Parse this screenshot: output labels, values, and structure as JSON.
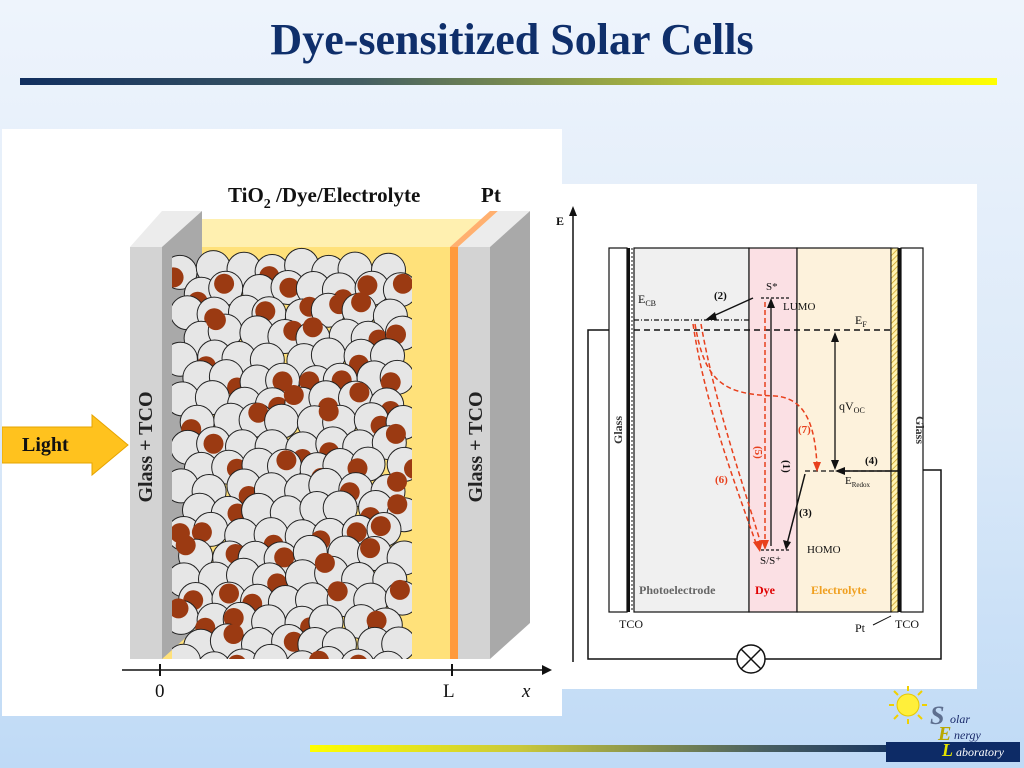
{
  "slide": {
    "title": "Dye-sensitized Solar Cells"
  },
  "left_diagram": {
    "header_prefix": "TiO",
    "header_sub": "2",
    "header_rest": " /Dye/Electrolyte",
    "header_pt": "Pt",
    "light_label": "Light",
    "left_glass_label": "Glass + TCO",
    "right_glass_label": "Glass + TCO",
    "axis_zero": "0",
    "axis_L": "L",
    "axis_x": "x",
    "colors": {
      "glass": "#d3d3d3",
      "electrolyte": "#ffe17a",
      "dye": "#9b3a12",
      "tio2": "#e6e6e6",
      "pt": "#ff9a3c",
      "light": "#ffc21e"
    }
  },
  "right_diagram": {
    "axis_E": "E",
    "left_glass_label": "Glass",
    "right_glass_label": "Glass",
    "E_CB_main": "E",
    "E_CB_sub": "CB",
    "E_F_main": "E",
    "E_F_sub": "F",
    "S_star": "S*",
    "LUMO": "LUMO",
    "HOMO": "HOMO",
    "S_Splus": "S/S⁺",
    "qVoc_main": "qV",
    "qVoc_sub": "OC",
    "E_Redox_main": "E",
    "E_Redox_sub": "Redox",
    "step_1": "(1)",
    "step_2": "(2)",
    "step_3": "(3)",
    "step_4": "(4)",
    "step_5": "(5)",
    "step_6": "(6)",
    "step_7": "(7)",
    "photoelectrode_label": "Photoelectrode",
    "dye_label": "Dye",
    "electrolyte_label": "Electrolyte",
    "tco_left": "TCO",
    "tco_right": "TCO",
    "pt_label": "Pt",
    "colors": {
      "dye_region": "#fbe0e4",
      "electrolyte_region": "#fdf2dc",
      "photoelectrode_region": "#f0f0f0",
      "recombination": "#e8401c",
      "dye_text": "#e00000",
      "electrolyte_text": "#f0a020"
    }
  },
  "logo": {
    "letter_1": "S",
    "word_1": "olar",
    "letter_2": "E",
    "word_2": "nergy",
    "letter_3": "L",
    "word_3": "aboratory"
  }
}
